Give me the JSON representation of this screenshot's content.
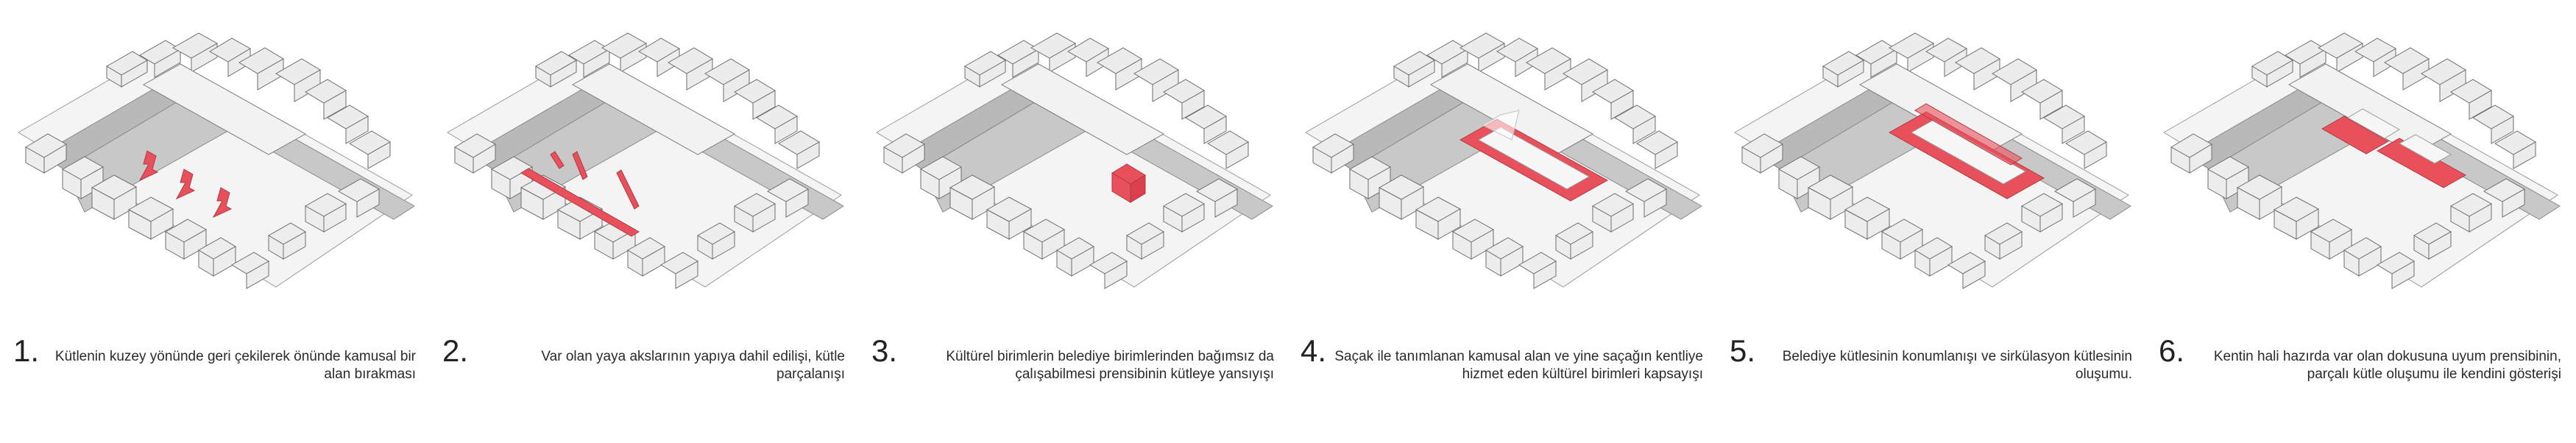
{
  "accent": "#e8505b",
  "steps": [
    {
      "number": "1.",
      "text": "Kütlenin kuzey yönünde geri çekilerek önünde kamusal bir alan bırakması",
      "icon": "arrows"
    },
    {
      "number": "2.",
      "text": "Var olan yaya akslarının yapıya dahil edilişi, kütle parçalanışı",
      "icon": "axes"
    },
    {
      "number": "3.",
      "text": "Kültürel birimlerin belediye birimlerinden bağımsız da çalışabilmesi prensibinin kütleye yansıyışı",
      "icon": "block"
    },
    {
      "number": "4.",
      "text": "Saçak ile tanımlanan kamusal alan ve yine saçağın kentliye hizmet eden kültürel birimleri kapsayışı",
      "icon": "canopy"
    },
    {
      "number": "5.",
      "text": "Belediye kütlesinin konumlanışı ve sirkülasyon kütlesinin oluşumu.",
      "icon": "circulation"
    },
    {
      "number": "6.",
      "text": "Kentin hali hazırda var olan dokusuna uyum prensibinin, parçalı kütle oluşumu ile kendini gösterişi",
      "icon": "fragmented"
    }
  ]
}
